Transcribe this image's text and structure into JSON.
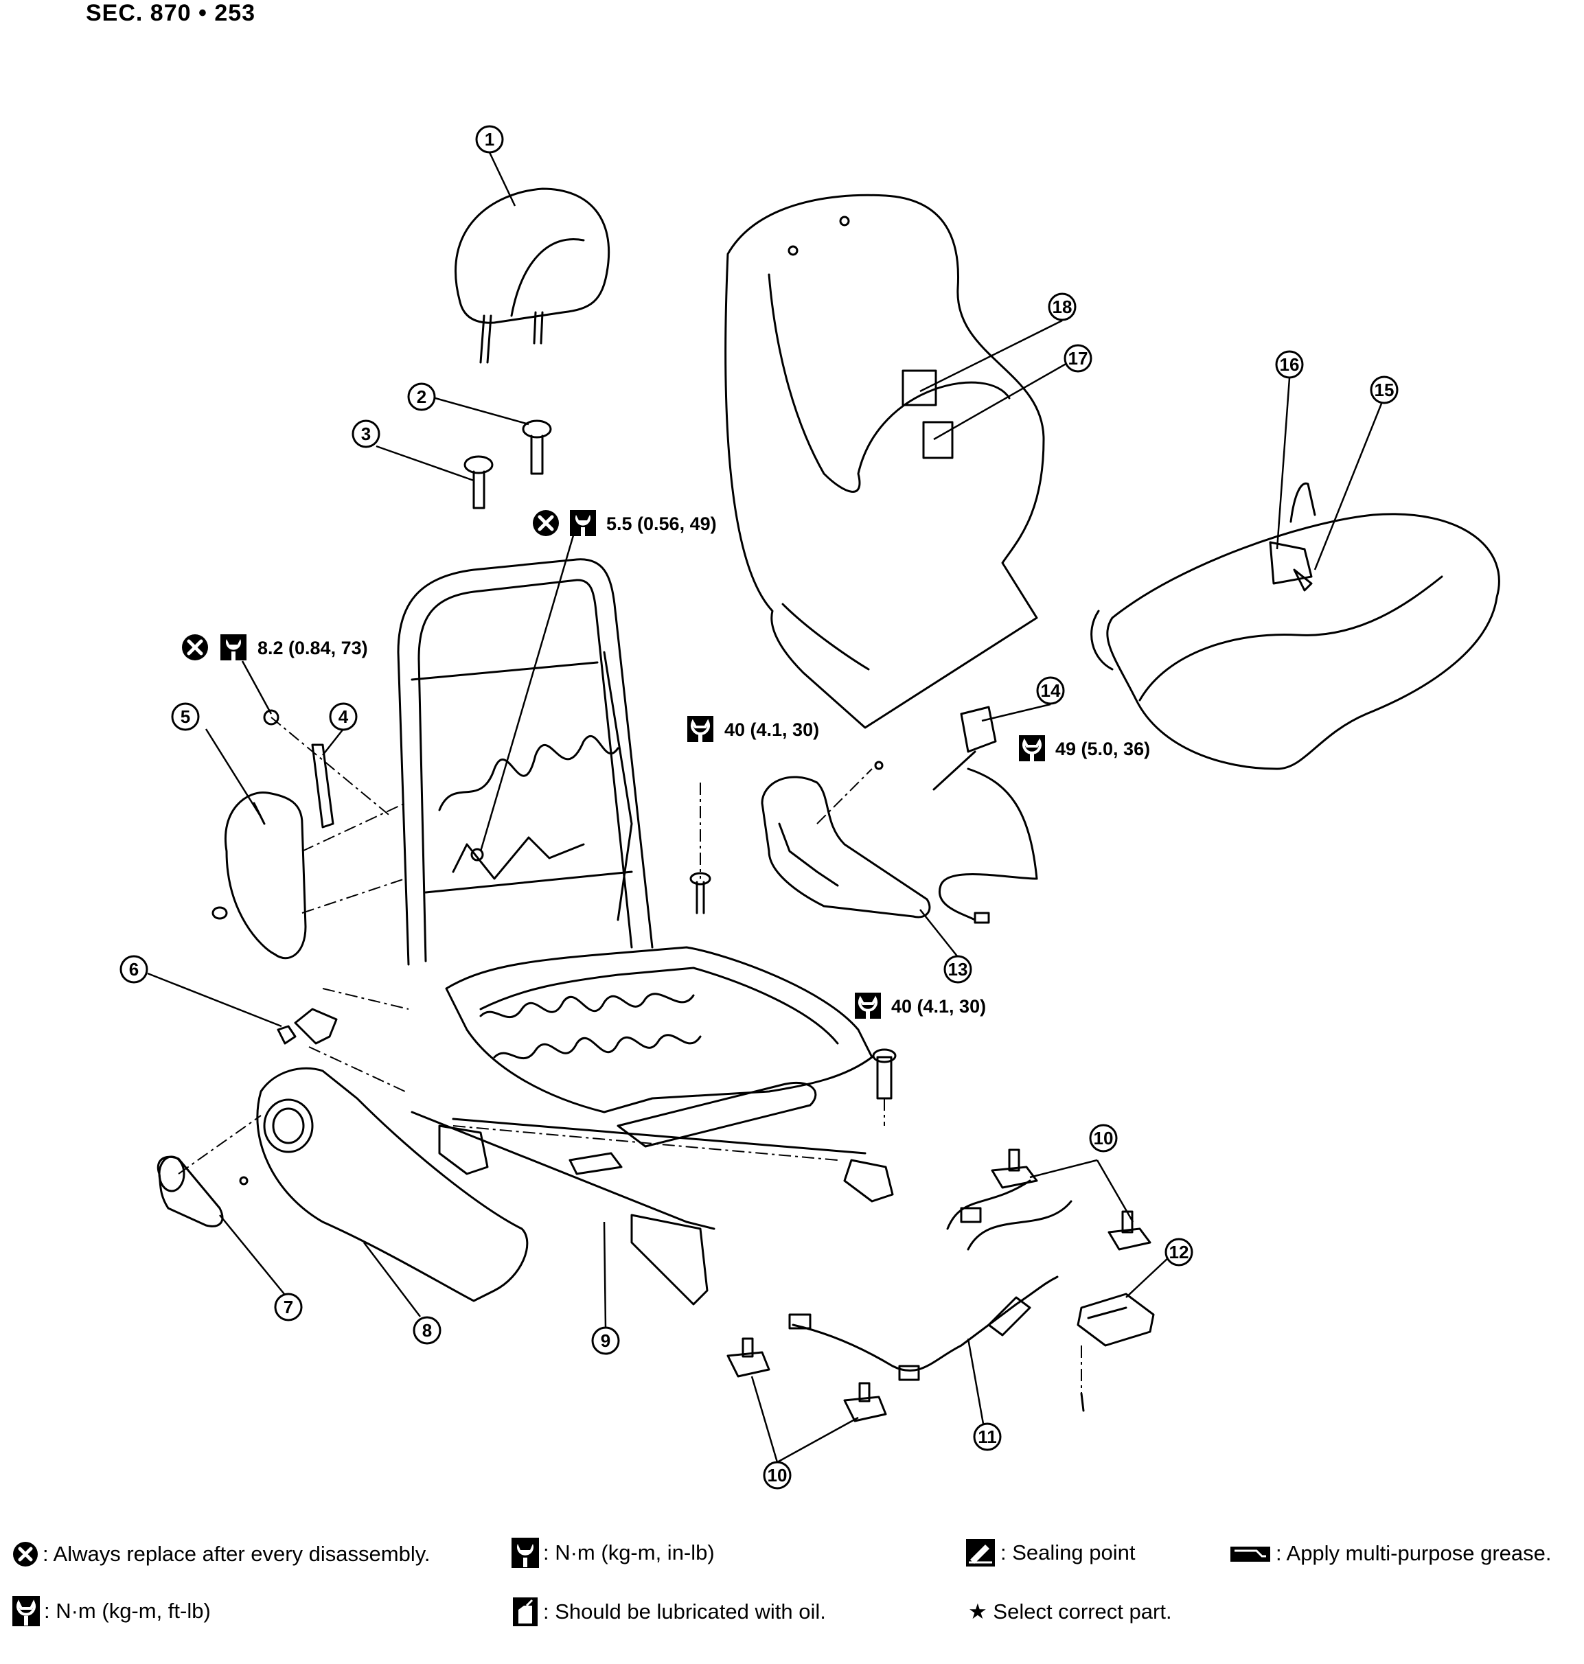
{
  "header": {
    "section": "SEC. 870 • 253"
  },
  "callouts": {
    "c1": "1",
    "c2": "2",
    "c3": "3",
    "c4": "4",
    "c5": "5",
    "c6": "6",
    "c7": "7",
    "c8": "8",
    "c9": "9",
    "c10a": "10",
    "c10b": "10",
    "c11": "11",
    "c12": "12",
    "c13": "13",
    "c14": "14",
    "c15": "15",
    "c16": "16",
    "c17": "17",
    "c18": "18"
  },
  "torques": {
    "t1": "5.5  (0.56,  49)",
    "t2": "8.2  (0.84,  73)",
    "t3": "40  (4.1,  30)",
    "t4": "49  (5.0,  36)",
    "t5": "40  (4.1,  30)"
  },
  "legend": {
    "replace": ": Always replace after every disassembly.",
    "nm_inlb": ": N·m (kg-m, in-lb)",
    "sealing": ": Sealing point",
    "grease": ": Apply multi-purpose grease.",
    "nm_ftlb": ": N·m (kg-m, ft-lb)",
    "oil": ": Should be lubricated with oil.",
    "select": "★ Select correct part."
  }
}
